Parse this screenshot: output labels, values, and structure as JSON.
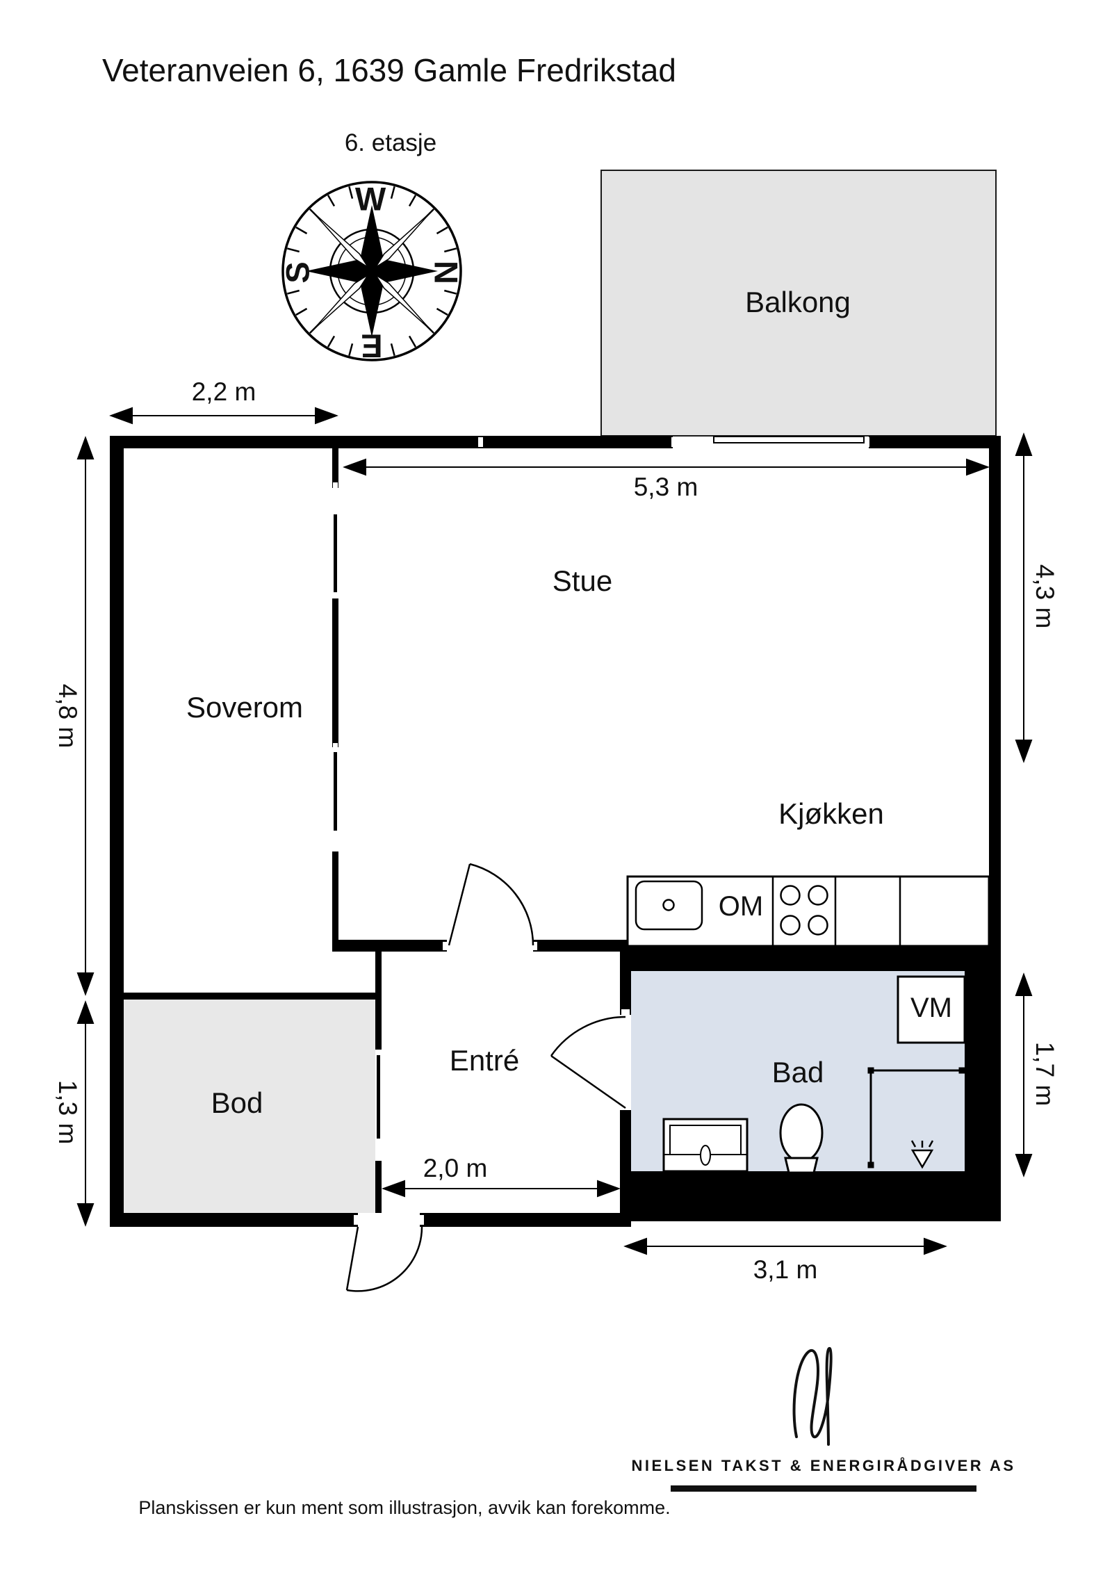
{
  "header": {
    "title": "Veteranveien 6, 1639 Gamle Fredrikstad",
    "subtitle": "6. etasje"
  },
  "rooms": {
    "balcony": "Balkong",
    "living": "Stue",
    "bedroom": "Soverom",
    "kitchen": "Kjøkken",
    "entry": "Entré",
    "storage": "Bod",
    "bathroom": "Bad"
  },
  "appliances": {
    "dishwasher": "OM",
    "washing_machine": "VM"
  },
  "dimensions": {
    "bedroom_width": "2,2 m",
    "living_width": "5,3 m",
    "left_upper_height": "4,8 m",
    "left_lower_height": "1,3 m",
    "right_upper_height": "4,3 m",
    "right_lower_height": "1,7 m",
    "entry_width": "2,0 m",
    "bathroom_width": "3,1 m"
  },
  "compass": {
    "west": "W",
    "north": "N",
    "east": "E",
    "south": "S"
  },
  "branding": {
    "company": "NIELSEN TAKST & ENERGIRÅDGIVER AS"
  },
  "footer": {
    "disclaimer": "Planskissen er kun ment som illustrasjon, avvik kan forekomme."
  },
  "colors": {
    "wall": "#000000",
    "line": "#000000",
    "balcony_fill": "#e4e4e4",
    "storage_fill": "#e8e8e8",
    "bathroom_fill": "#dae1ec"
  }
}
